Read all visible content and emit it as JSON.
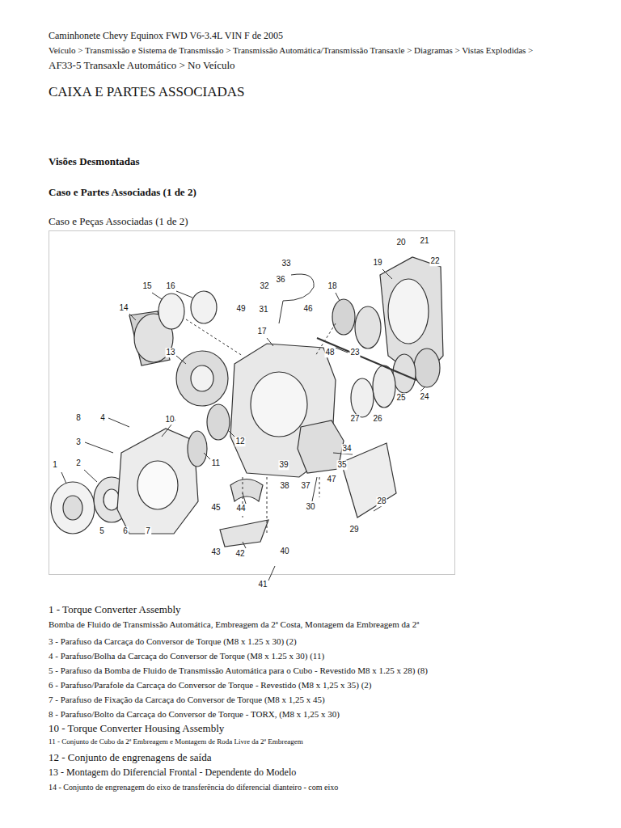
{
  "diagram": {
    "title": "CAIXA E PARTES ASSOCIADAS",
    "labels": [
      "Caminhonete Chevy Equinox FWD V6-3.4L VIN F de 2005",
      "Veículo > Transmissão e Sistema de Transmissão > Transmissão Automática/Transmissão Transaxle > Diagramas > Vistas Explodidas >",
      "AF33-5 Transaxle Automático > No Veículo",
      "Visões Desmontadas",
      "Caso e Partes Associadas (1 de 2)",
      "Caso e Peças Associadas (1 de 2)",
      "1",
      "2",
      "3",
      "4",
      "5",
      "6",
      "7",
      "8",
      "10",
      "11",
      "12",
      "13",
      "14",
      "15",
      "16",
      "17",
      "18",
      "19",
      "20",
      "21",
      "22",
      "23",
      "24",
      "25",
      "26",
      "27",
      "28",
      "29",
      "30",
      "31",
      "32",
      "33",
      "34",
      "35",
      "36",
      "37",
      "38",
      "39",
      "40",
      "41",
      "42",
      "43",
      "44",
      "45",
      "46",
      "47",
      "48",
      "49",
      "1 - Torque Converter Assembly",
      "Bomba de Fluido de Transmissão Automática, Embreagem da 2ª Costa, Montagem da Embreagem da 2ª",
      "3 - Parafuso da Carcaça do Conversor de Torque (M8 x 1.25 x 30) (2)",
      "4 - Parafuso/Bolha da Carcaça do Conversor de Torque (M8 x 1.25 x 30) (11)",
      "5 - Parafuso da Bomba de Fluido de Transmissão Automática para o Cubo - Revestido M8 x 1.25 x 28) (8)",
      "6 - Parafuso/Parafole da Carcaça do Conversor de Torque - Revestido (M8 x 1,25 x 35) (2)",
      "7 - Parafuso de Fixação da Carcaça do Conversor de Torque (M8 x 1,25 x 45)",
      "8 - Parafuso/Bolto da Carcaça do Conversor de Torque - TORX, (M8 x 1,25 x 30)",
      "10 - Torque Converter Housing Assembly",
      "11 - Conjunto de Cubo da 2ª Embreagem e Montagem de Roda Livre da 2ª Embreagem",
      "12 - Conjunto de engrenagens de saída",
      "13 - Montagem do Diferencial Frontal - Dependente do Modelo",
      "14 - Conjunto de engrenagem do eixo de transferência do diferencial dianteiro - com eixo"
    ]
  }
}
